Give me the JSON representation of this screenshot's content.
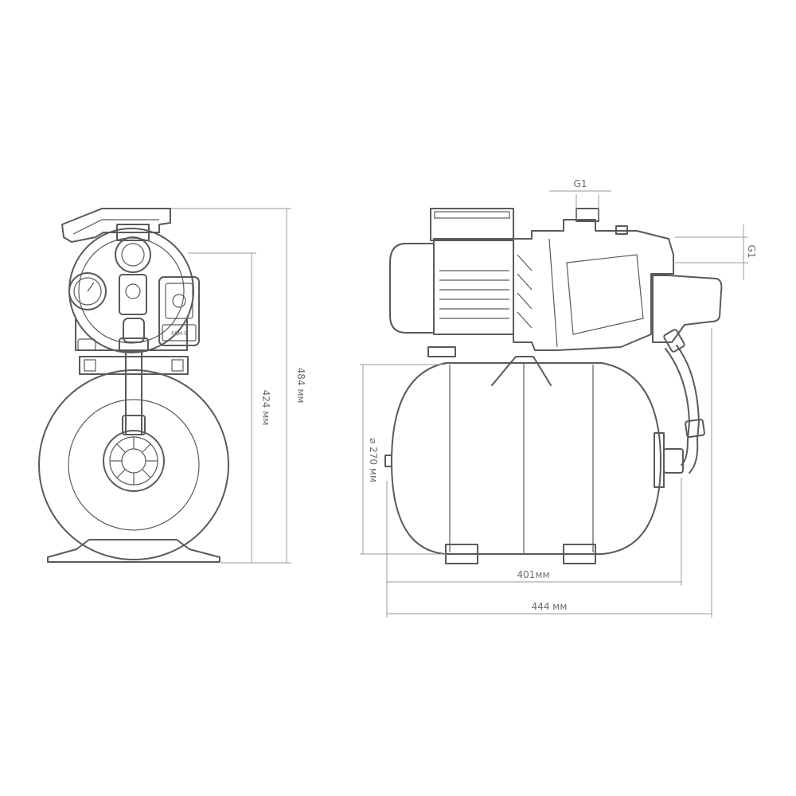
{
  "colors": {
    "line": "#5a5a5a",
    "dim": "#9a9a9a",
    "text": "#6e6e6e",
    "background": "#ffffff"
  },
  "dimensions": {
    "height_total": "484 мм",
    "height_pump": "424 мм",
    "tank_diameter": "⌀ 270 мм",
    "tank_length": "401мм",
    "total_length": "444 мм",
    "inlet_thread": "G1",
    "outlet_thread": "G1"
  },
  "labels": {
    "pressure_switch": "РДМ-5"
  }
}
